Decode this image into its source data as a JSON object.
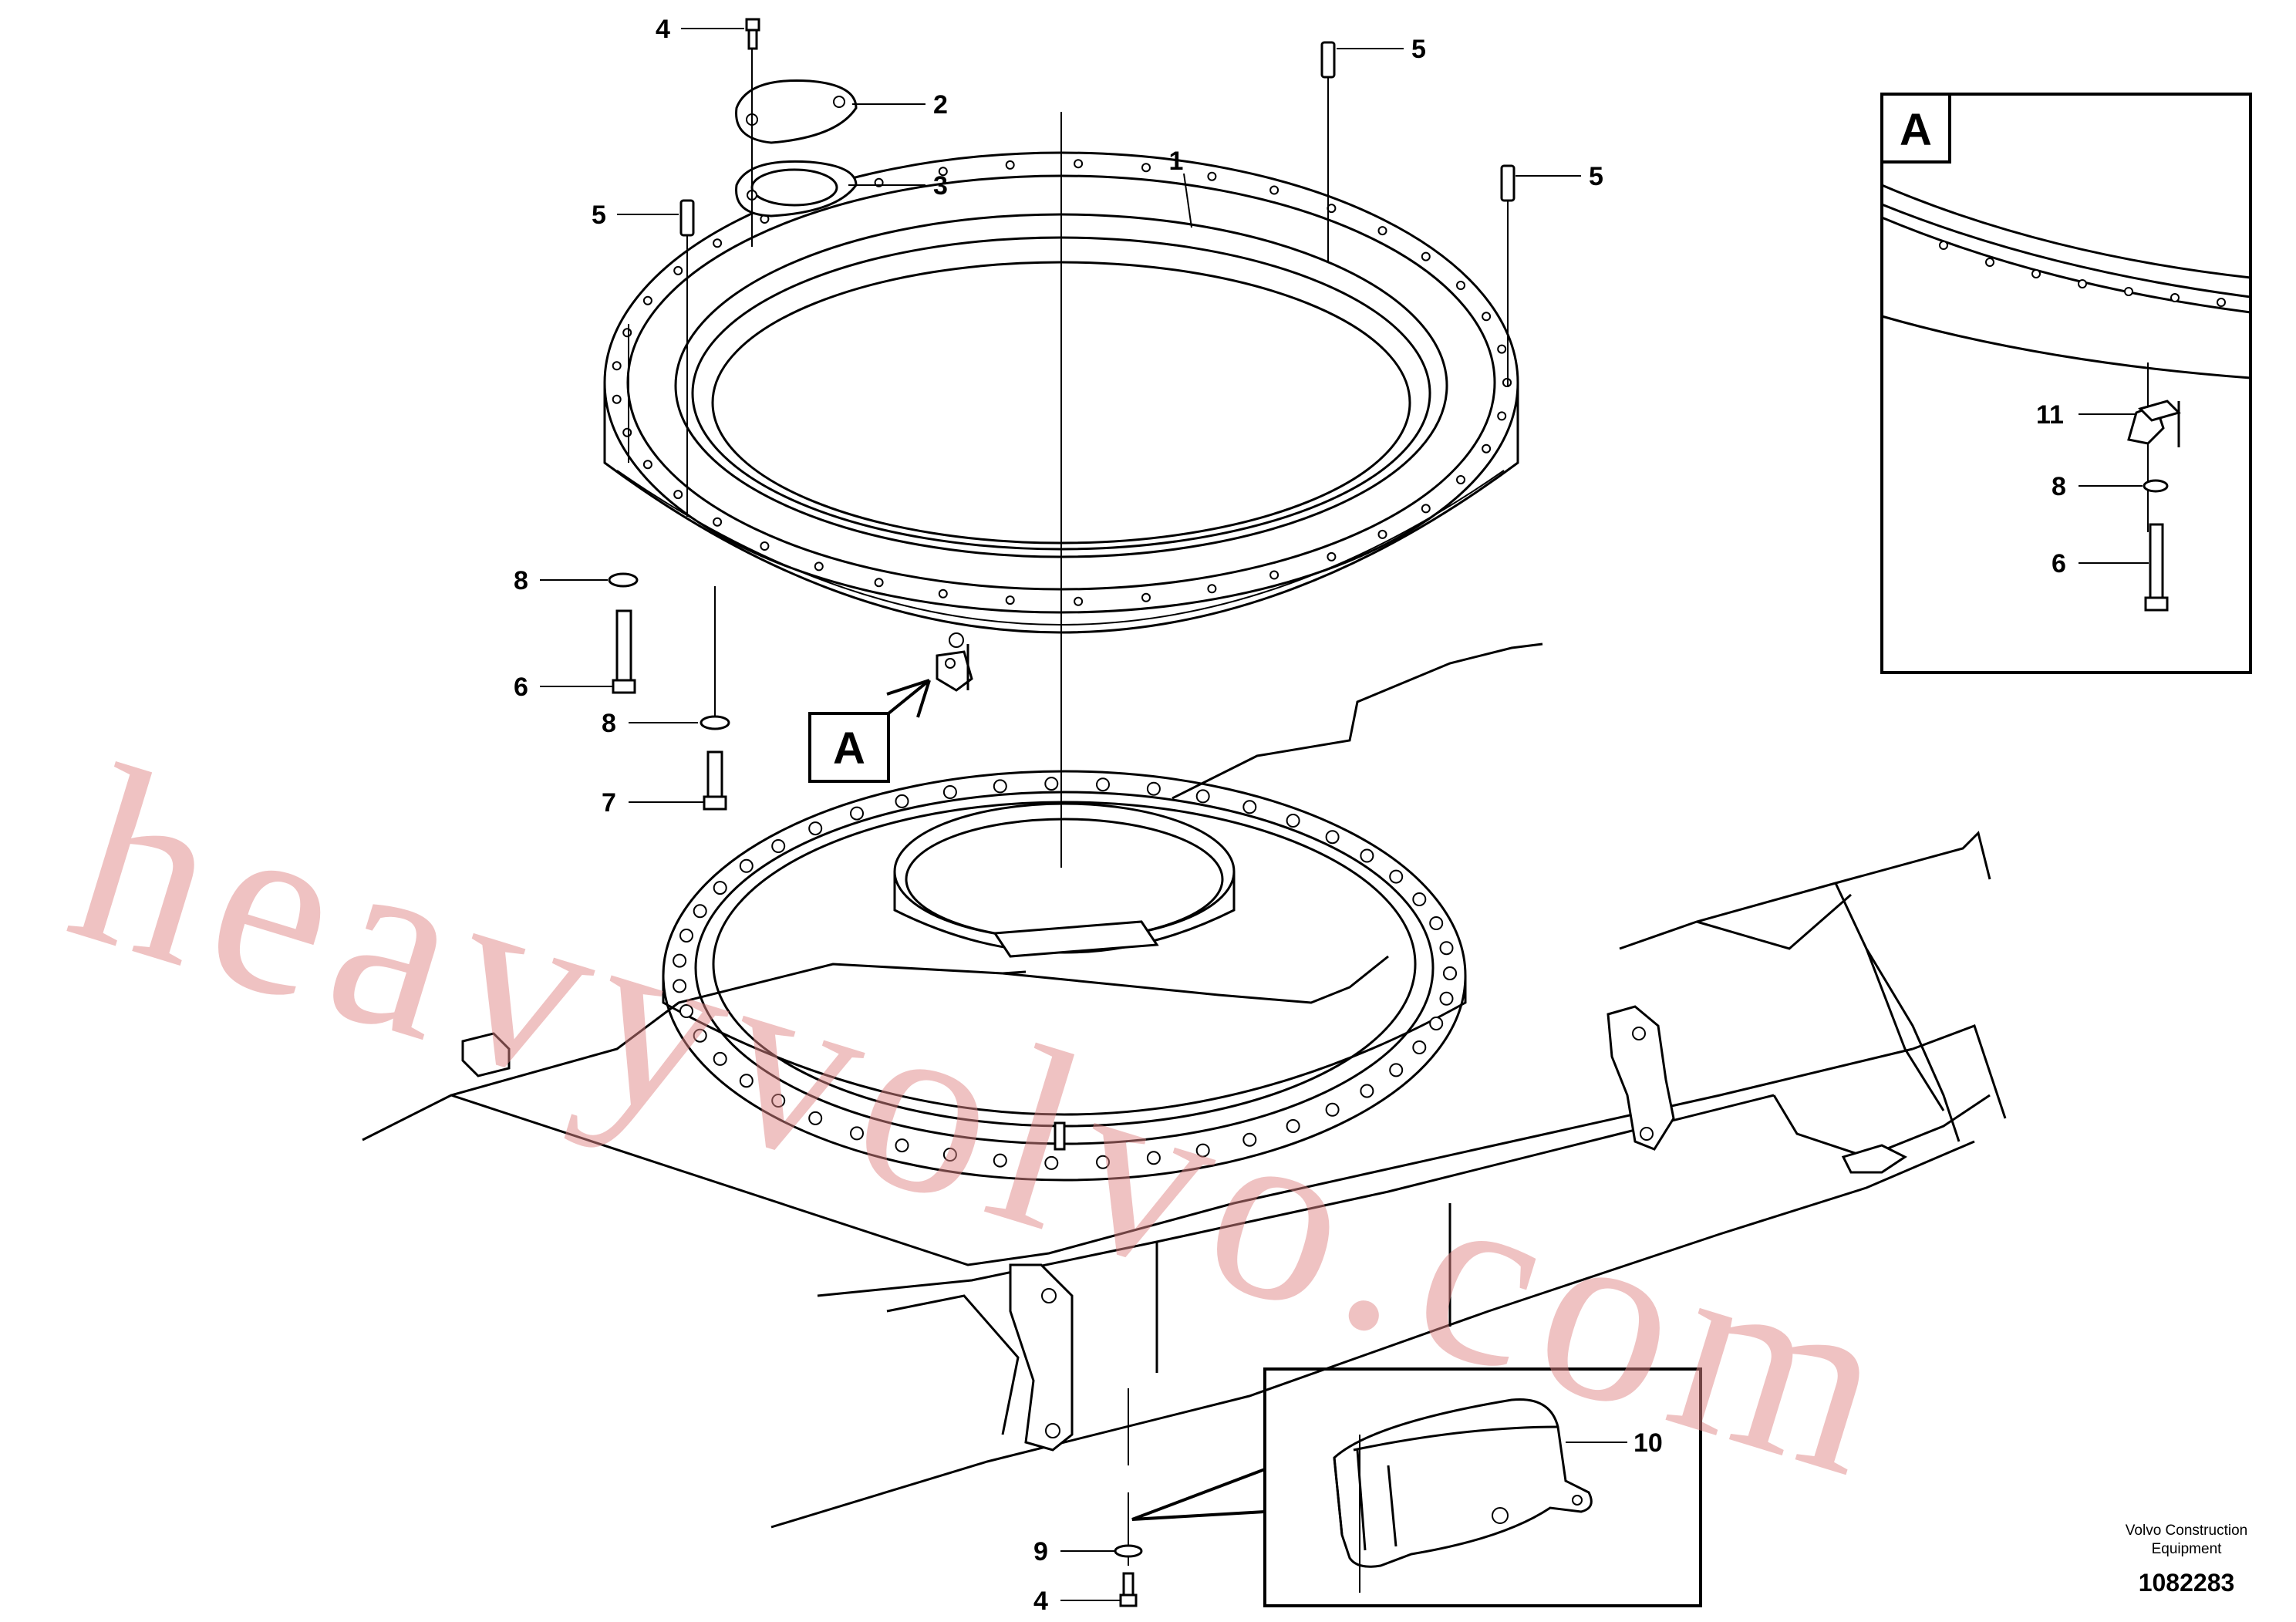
{
  "diagram": {
    "callouts": {
      "c1": "1",
      "c2": "2",
      "c3": "3",
      "c4_top": "4",
      "c4_bottom": "4",
      "c5_top": "5",
      "c5_left": "5",
      "c5_right": "5",
      "c6_left": "6",
      "c6_detail": "6",
      "c7": "7",
      "c8_upper": "8",
      "c8_lower": "8",
      "c8_detail": "8",
      "c9": "9",
      "c10": "10",
      "c11": "11"
    },
    "view_marker": "A",
    "detail_box_label": "A"
  },
  "watermark": "heavyvolvo.com",
  "footer": {
    "credit_line1": "Volvo Construction",
    "credit_line2": "Equipment",
    "doc_number": "1082283"
  }
}
